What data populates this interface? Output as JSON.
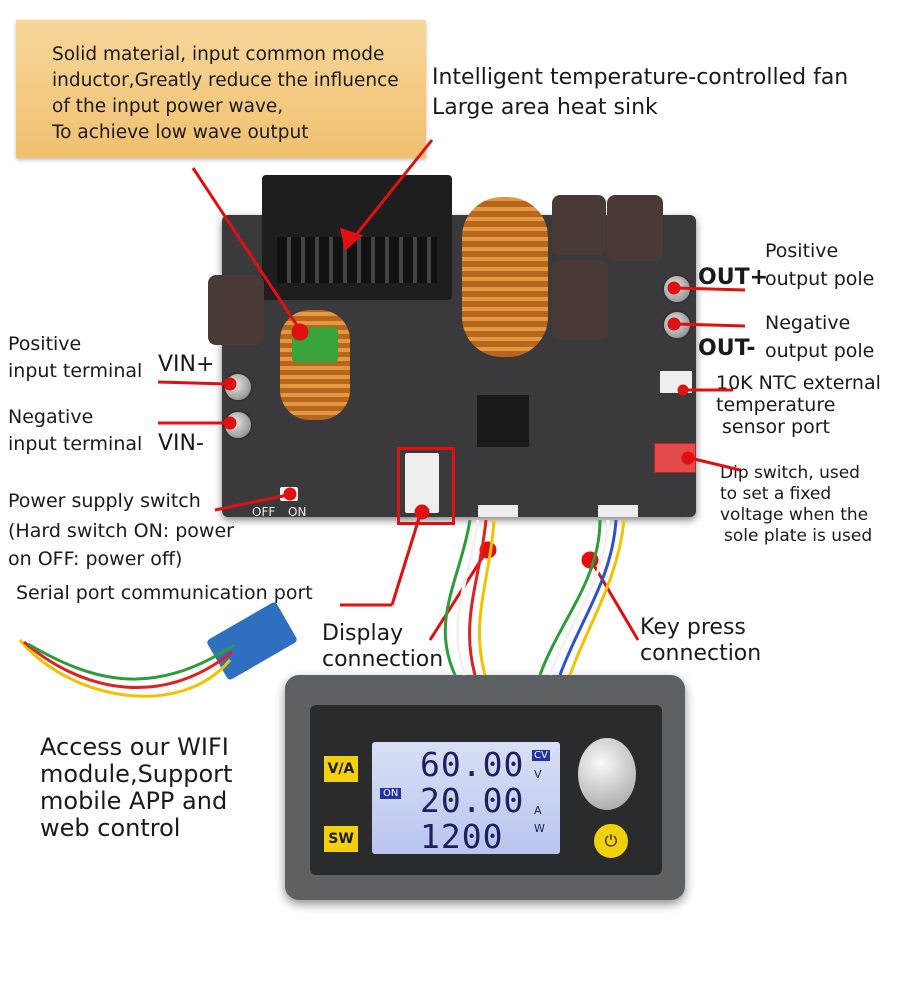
{
  "callout_lines": [
    "Solid material, input common mode",
    "inductor,Greatly reduce the influence",
    "of the input power wave,",
    "To achieve low wave output"
  ],
  "fan_lines": [
    "Intelligent temperature-controlled fan",
    "Large area heat sink"
  ],
  "vin_plus": "VIN+",
  "vin_minus": "VIN-",
  "pos_input": [
    "Positive",
    "input terminal"
  ],
  "neg_input": [
    "Negative",
    "input terminal"
  ],
  "out_plus": "OUT+",
  "out_minus": "OUT-",
  "pos_output": [
    "Positive",
    "output pole"
  ],
  "neg_output": [
    "Negative",
    "output pole"
  ],
  "ntc": [
    "10K NTC external",
    "temperature",
    "sensor port"
  ],
  "dip": [
    "Dip switch, used",
    "to set a fixed",
    "voltage when the",
    "sole plate is used"
  ],
  "power_switch": [
    "Power supply switch",
    "(Hard switch ON: power",
    "on OFF: power off)"
  ],
  "serial": "Serial port communication port",
  "display_conn": [
    "Display",
    "connection"
  ],
  "key_conn": [
    "Key press",
    "connection"
  ],
  "wifi": [
    "Access our WIFI",
    "module,Support",
    "mobile APP and",
    "web control"
  ],
  "board_off": "OFF",
  "board_on": "ON",
  "lcd": {
    "v": "60.00",
    "a": "20.00",
    "w": "1200",
    "cv": "CV",
    "v_unit": "V",
    "a_unit": "A",
    "w_unit": "W",
    "on": "ON"
  },
  "btn_va": "V/A",
  "btn_sw": "SW",
  "colors": {
    "callout": "#f3c97c",
    "arrow": "#e01010",
    "board": "#3a3a3c",
    "lcd": "#c8d2f2",
    "button": "#f2d10a"
  }
}
